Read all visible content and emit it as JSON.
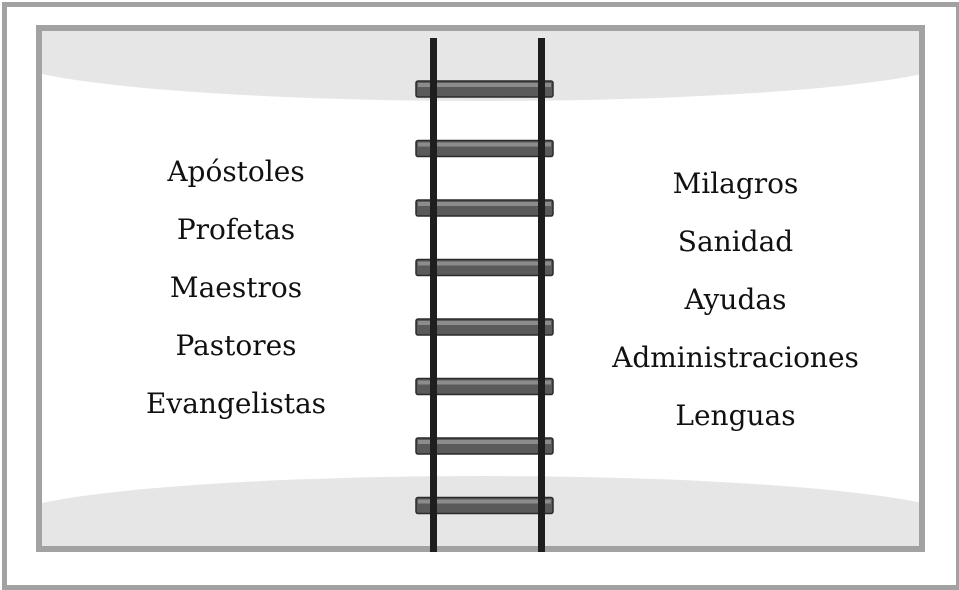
{
  "left_column": [
    "Apóstoles",
    "Profetas",
    "Maestros",
    "Pastores",
    "Evangelistas"
  ],
  "right_column": [
    "Milagros",
    "Sanidad",
    "Ayudas",
    "Administraciones",
    "Lenguas"
  ],
  "ladder": {
    "rungs": 8,
    "rail_color": "#1e1e1e",
    "rung_color": "#5a5a5a"
  },
  "colors": {
    "frame": "#a2a2a2",
    "shade": "#e6e6e6",
    "text": "#111111"
  }
}
